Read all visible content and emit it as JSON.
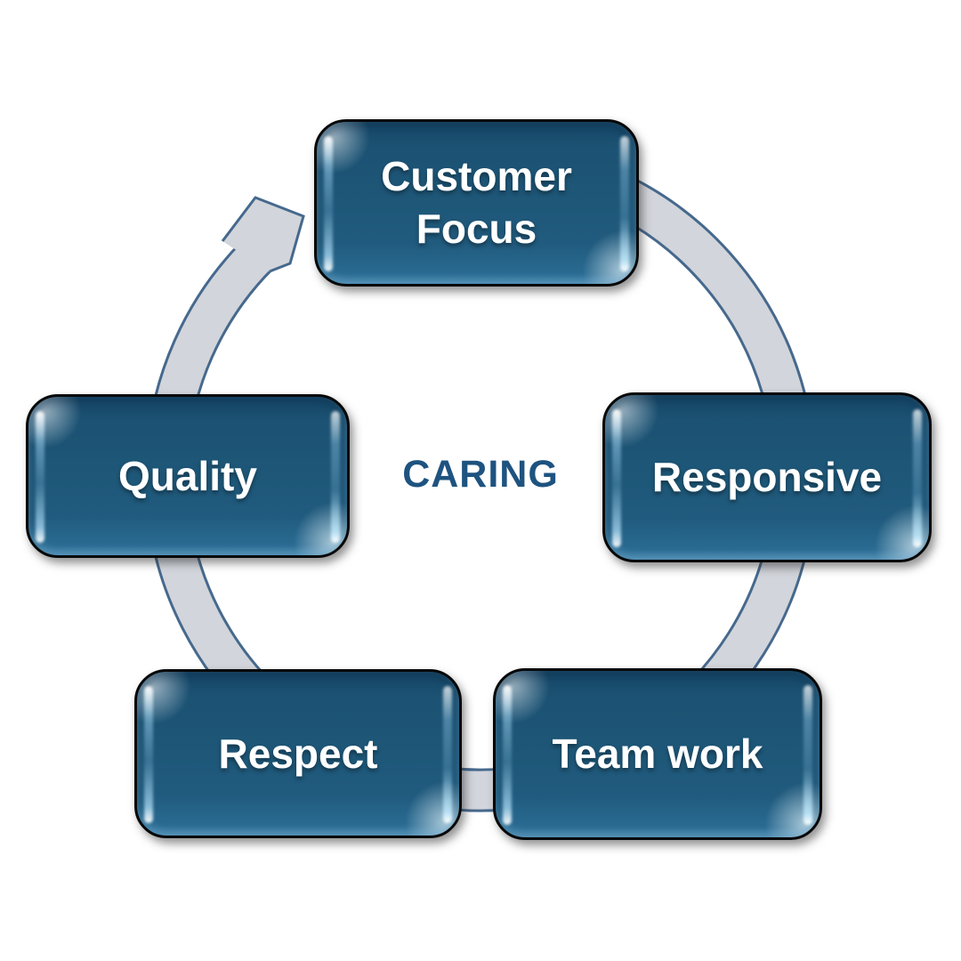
{
  "diagram": {
    "center_label": "CARING",
    "cycle_direction": "clockwise",
    "nodes": [
      {
        "id": "customer-focus",
        "label": "Customer Focus",
        "position": "top"
      },
      {
        "id": "responsive",
        "label": "Responsive",
        "position": "right"
      },
      {
        "id": "team-work",
        "label": "Team work",
        "position": "bottom-right"
      },
      {
        "id": "respect",
        "label": "Respect",
        "position": "bottom-left"
      },
      {
        "id": "quality",
        "label": "Quality",
        "position": "left"
      }
    ],
    "colors": {
      "background": "#FFFFFF",
      "box_fill": "#1E5778",
      "box_fill_dark": "#16486A",
      "box_fill_light": "#2A6B92",
      "box_border": "#070707",
      "box_text": "#FFFFFF",
      "center_text": "#1E5380",
      "ring_fill": "#D2D5DB",
      "ring_outline": "#46698D"
    }
  }
}
